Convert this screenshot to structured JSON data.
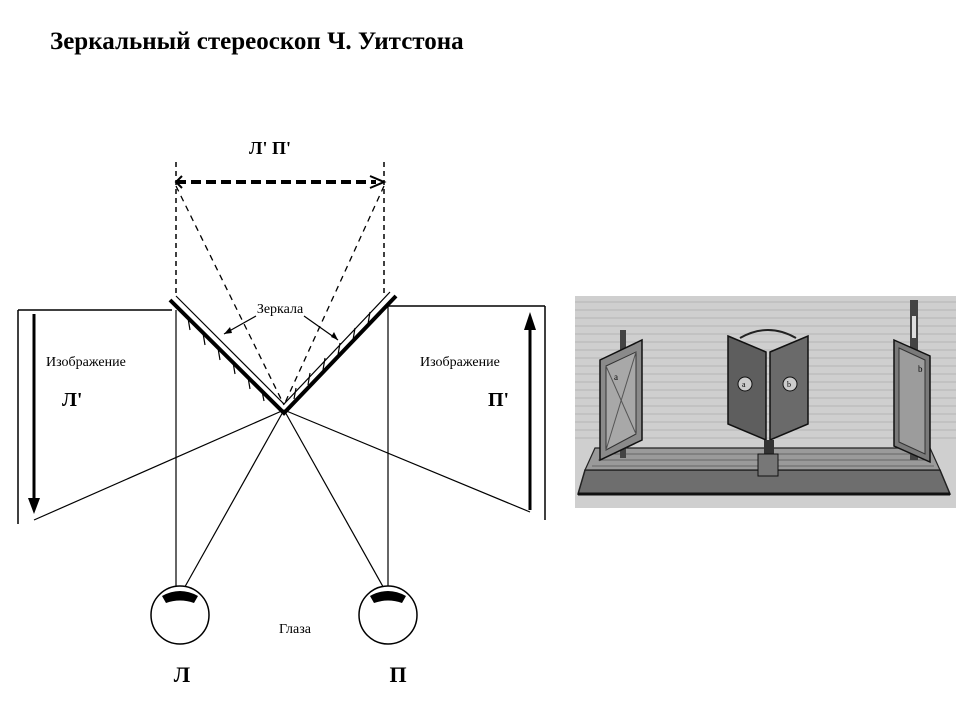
{
  "title": "Зеркальный стереоскоп Ч. Уитстона",
  "diagram": {
    "virtual_image_label": "Л' П'",
    "mirrors_label": "Зеркала",
    "left_image_label": "Изображение",
    "left_image_letter": "Л'",
    "right_image_label": "Изображение",
    "right_image_letter": "П'",
    "eyes_label": "Глаза",
    "left_eye_letter": "Л",
    "right_eye_letter": "П"
  },
  "photo": {
    "left_card_mark": "a",
    "right_card_mark": "b",
    "center_mark_left": "a",
    "center_mark_right": "b"
  }
}
